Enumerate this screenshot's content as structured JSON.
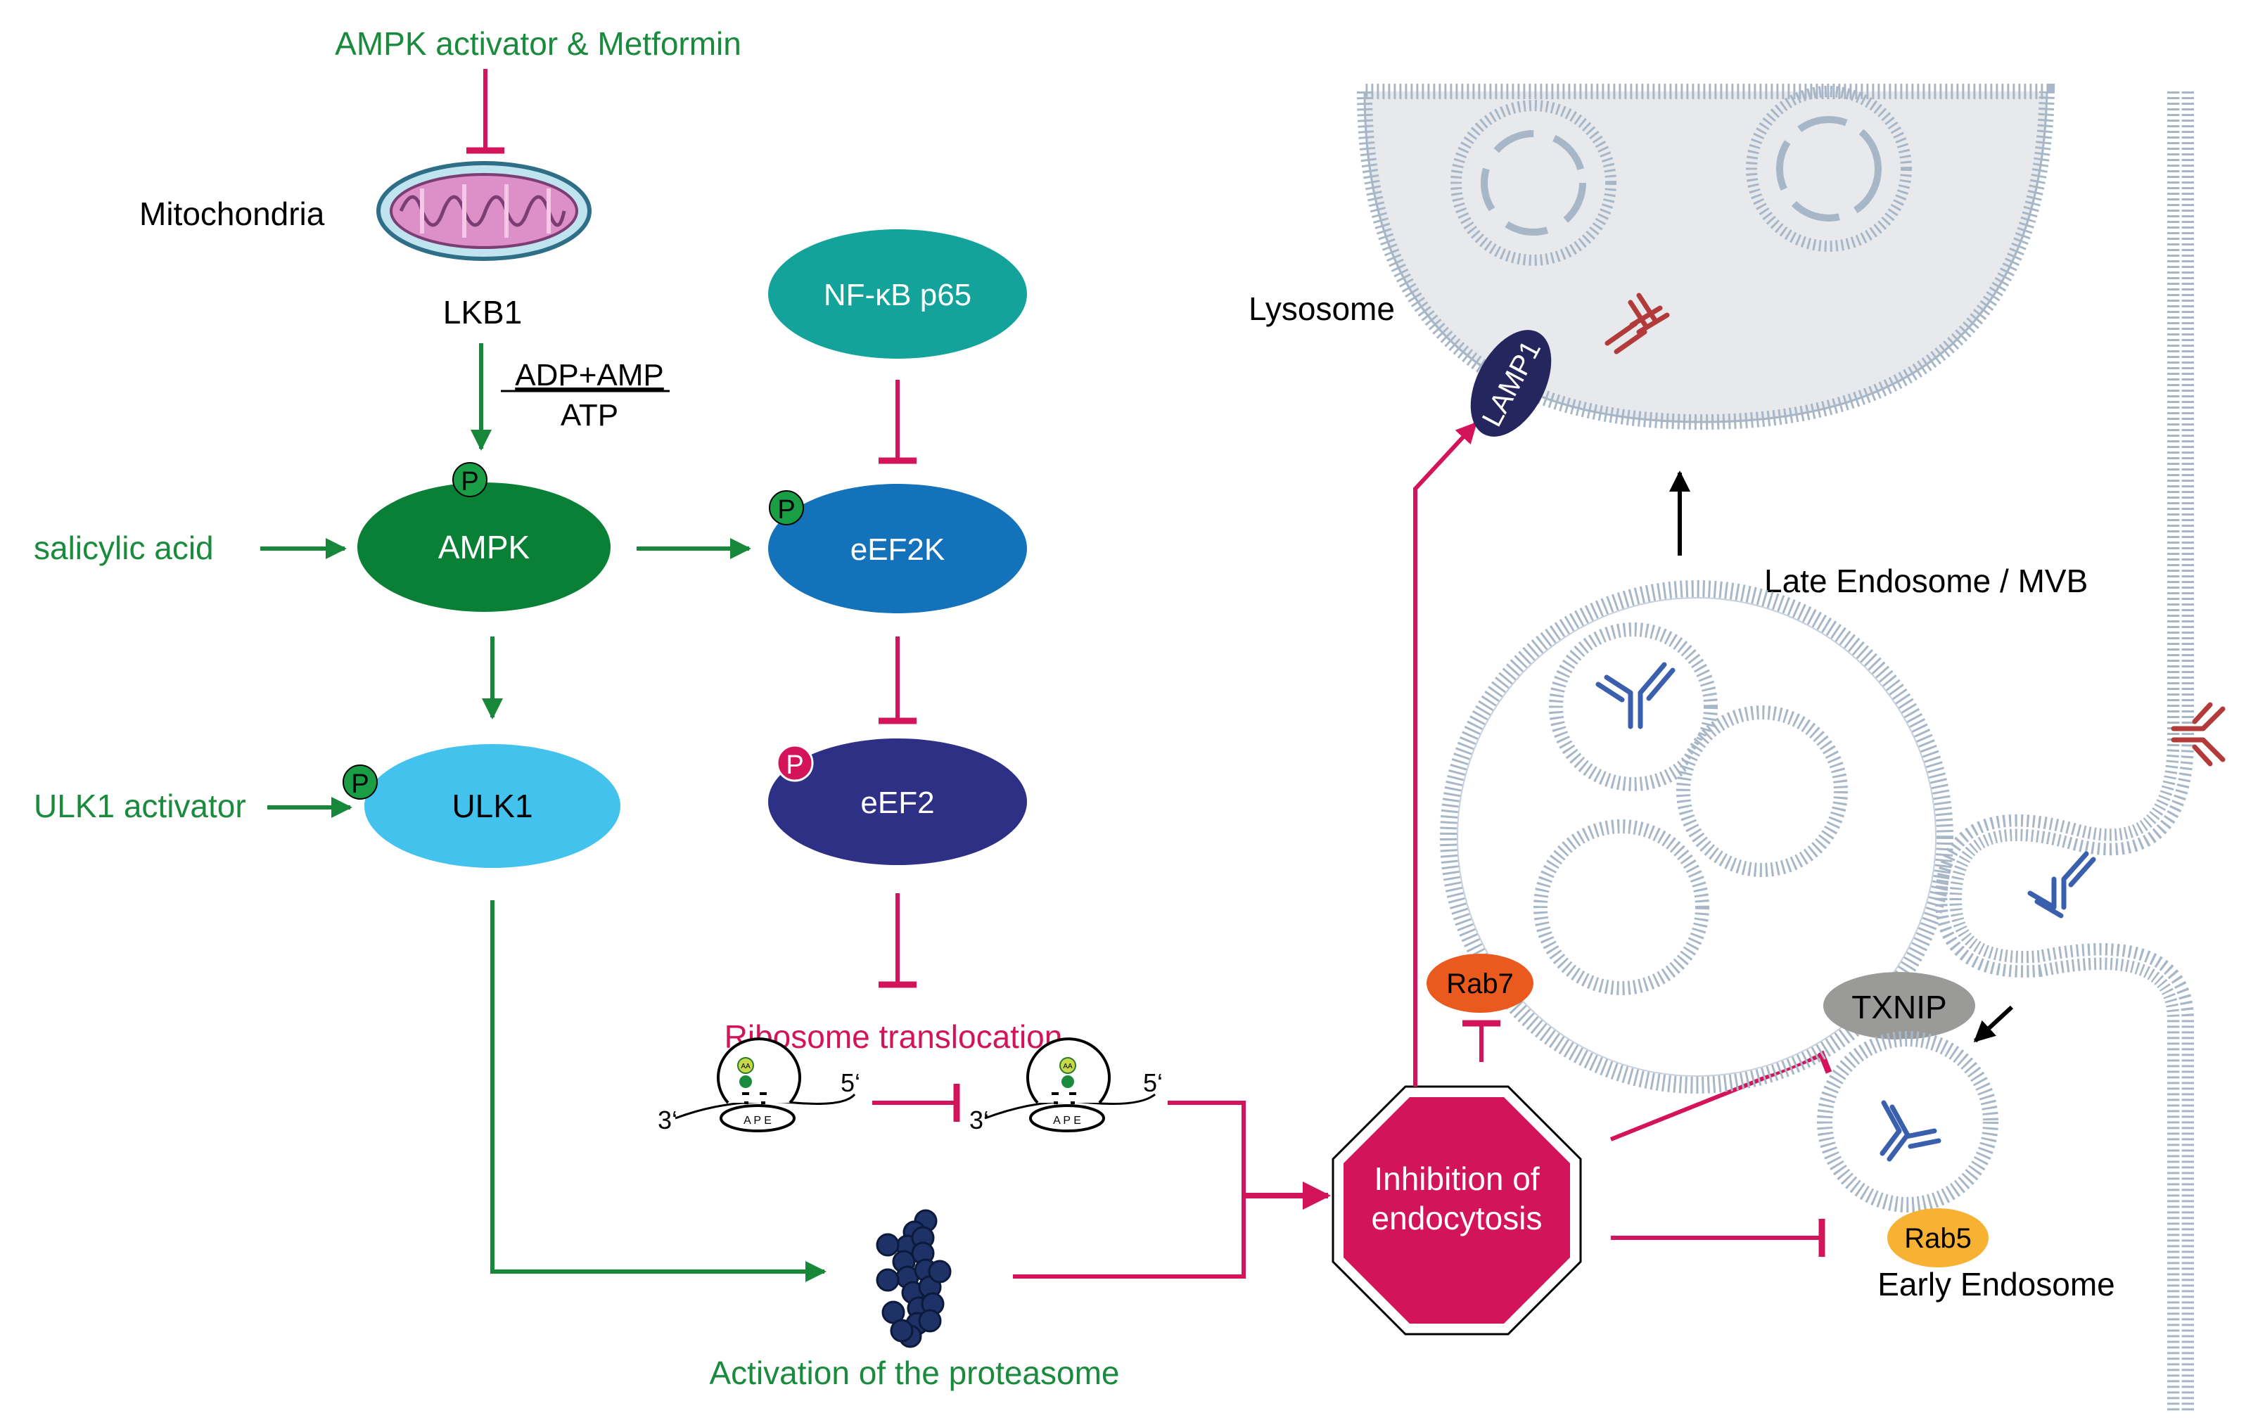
{
  "labels": {
    "ampk_activator": "AMPK activator & Metformin",
    "mitochondria": "Mitochondria",
    "lkb1": "LKB1",
    "adp_amp": "ADP+AMP",
    "atp": "ATP",
    "salicylic_acid": "salicylic acid",
    "ampk": "AMPK",
    "ulk1_activator": "ULK1 activator",
    "ulk1": "ULK1",
    "nfkb": "NF-κB p65",
    "eef2k": "eEF2K",
    "eef2": "eEF2",
    "phospho": "P",
    "ribosome_translocation": "Ribosome translocation",
    "three_prime": "3‘",
    "five_prime": "5‘",
    "ribosome_sites": "A P E",
    "aa": "AA",
    "proteasome": "Activation of the proteasome",
    "inhibition_line1": "Inhibition of",
    "inhibition_line2": "endocytosis",
    "lysosome": "Lysosome",
    "lamp1": "LAMP1",
    "late_endosome": "Late Endosome / MVB",
    "rab7": "Rab7",
    "txnip": "TXNIP",
    "rab5": "Rab5",
    "early_endosome": "Early Endosome"
  },
  "colors": {
    "green": "#17873a",
    "green_text": "#1a8a3c",
    "magenta": "#d4145a",
    "ampk": "#0a7f36",
    "ulk1": "#43c2ee",
    "nfkb": "#13a39b",
    "eef2k": "#1372ba",
    "eef2": "#2e3085",
    "lamp1": "#26265e",
    "rab7": "#ea5a1f",
    "txnip": "#9a9b99",
    "rab5": "#f7b133",
    "membrane": "#a8b7c8",
    "lysosome_fill": "#e7e9ec",
    "antibody_blue": "#3a5fad",
    "antibody_red": "#b33a3a",
    "proteasome": "#1f3268"
  }
}
